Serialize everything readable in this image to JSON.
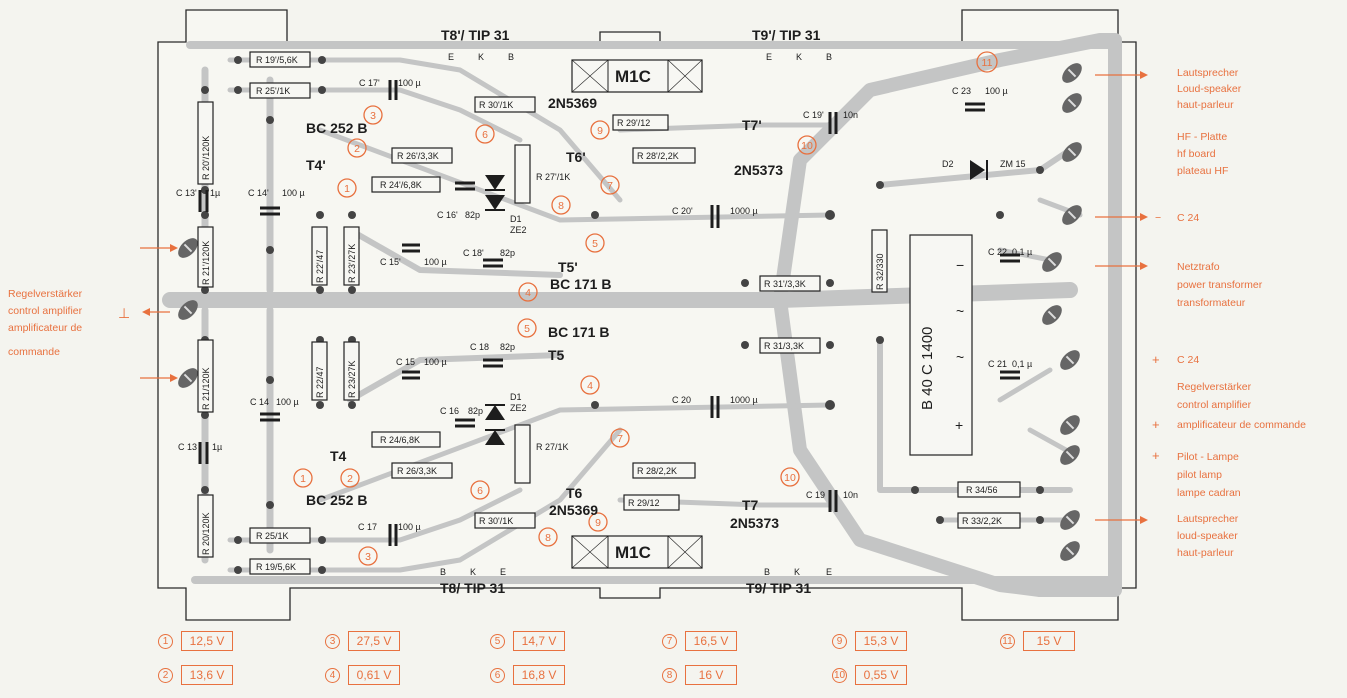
{
  "board": {
    "transistors": {
      "t8p": "T8'/ TIP 31",
      "t9p": "T9'/ TIP 31",
      "t8": "T8/ TIP 31",
      "t9": "T9/ TIP 31",
      "n2n5369a": "2N5369",
      "n2n5369b": "2N5369",
      "n2n5373a": "2N5373",
      "n2n5373b": "2N5373",
      "bc252a": "BC 252 B",
      "bc252b": "BC 252 B",
      "bc171a": "BC 171 B",
      "bc171b": "BC 171 B",
      "t4p": "T4'",
      "t4": "T4",
      "t5p": "T5'",
      "t5": "T5",
      "t6p": "T6'",
      "t6": "T6",
      "t7p": "T7'",
      "t7": "T7",
      "m1c_top": "M1C",
      "m1c_bot": "M1C"
    },
    "pins": {
      "b": "B",
      "e": "E",
      "k": "K"
    },
    "components": {
      "r19p": "R 19'/5,6K",
      "r25p": "R 25'/1K",
      "r20p": "R 20'/120K",
      "r21p": "R 21'/120K",
      "r22p": "R 22'/47",
      "r23p": "R 23'/27K",
      "r24p": "R 24'/6,8K",
      "r26p": "R 26'/3,3K",
      "r27p": "R 27'/1K",
      "r28p": "R 28'/2,2K",
      "r29p": "R 29'/12",
      "r30p": "R 30'/1K",
      "r31p": "R 31'/3,3K",
      "r19": "R 19/5,6K",
      "r25": "R 25/1K",
      "r20": "R 20/120K",
      "r21": "R 21/120K",
      "r22": "R 22/47",
      "r23": "R 23/27K",
      "r24": "R 24/6,8K",
      "r26": "R 26/3,3K",
      "r27": "R 27/1K",
      "r28": "R 28/2,2K",
      "r29": "R 29/12",
      "r30": "R 30'/1K",
      "r31": "R 31/3,3K",
      "r32": "R 32/330",
      "r33": "R 33/2,2K",
      "r34": "R 34/56",
      "c13p": "C 13'",
      "c13": "C 13",
      "c13v": "1µ",
      "c14p": "C 14'",
      "c14": "C 14",
      "c14v": "100 µ",
      "c15p": "C 15'",
      "c15": "C 15",
      "c15v": "100 µ",
      "c16p": "C 16'",
      "c16": "C 16",
      "c16v": "82p",
      "c17p": "C 17'",
      "c17": "C 17",
      "c17v": "100 µ",
      "c18p": "C 18'",
      "c18": "C 18",
      "c18v": "82p",
      "c19p": "C 19'",
      "c19": "C 19",
      "c19v": "10n",
      "c20p": "C 20'",
      "c20": "C 20",
      "c20v": "1000 µ",
      "c21": "C 21",
      "c22": "C 22",
      "c21v": "0,1 µ",
      "c23": "C 23",
      "c23v": "100 µ",
      "d1": "D1",
      "ze2": "ZE2",
      "d2": "D2",
      "zm15": "ZM 15",
      "bridge": "B 40 C 1400",
      "bridge_minus": "−",
      "bridge_plus": "+",
      "bridge_ac": "~"
    },
    "marker_numbers": [
      "1",
      "2",
      "3",
      "4",
      "5",
      "6",
      "7",
      "8",
      "9",
      "10",
      "11"
    ],
    "connectors": {
      "loudspeaker_top": [
        "Lautsprecher",
        "Loud-speaker",
        "haut-parleur"
      ],
      "hf_board": [
        "HF - Platte",
        "hf board",
        "plateau HF"
      ],
      "c24_minus": "C 24",
      "netztrafo": [
        "Netztrafo",
        "power transformer",
        "transformateur"
      ],
      "c24_plus": "C 24",
      "regel_right": [
        "Regelverstärker",
        "control amplifier",
        "amplificateur de commande"
      ],
      "pilot": [
        "Pilot - Lampe",
        "pilot lamp",
        "lampe cadran"
      ],
      "loudspeaker_bot": [
        "Lautsprecher",
        "loud-speaker",
        "haut-parleur"
      ],
      "regel_left": [
        "Regelverstärker",
        "control amplifier",
        "amplificateur de",
        "commande"
      ],
      "ground": "⊥",
      "minus": "−",
      "plus": "+"
    }
  },
  "legend": [
    {
      "n": "1",
      "v": "12,5 V"
    },
    {
      "n": "3",
      "v": "27,5 V"
    },
    {
      "n": "5",
      "v": "14,7 V"
    },
    {
      "n": "7",
      "v": "16,5 V"
    },
    {
      "n": "9",
      "v": "15,3 V"
    },
    {
      "n": "11",
      "v": "15 V"
    },
    {
      "n": "2",
      "v": "13,6 V"
    },
    {
      "n": "4",
      "v": "0,61 V"
    },
    {
      "n": "6",
      "v": "16,8 V"
    },
    {
      "n": "8",
      "v": "16 V"
    },
    {
      "n": "10",
      "v": "0,55 V"
    }
  ],
  "colors": {
    "accent": "#e8713f",
    "track": "#c4c5c5",
    "ink": "#1d1d1d",
    "paper": "#f4f4ef"
  }
}
